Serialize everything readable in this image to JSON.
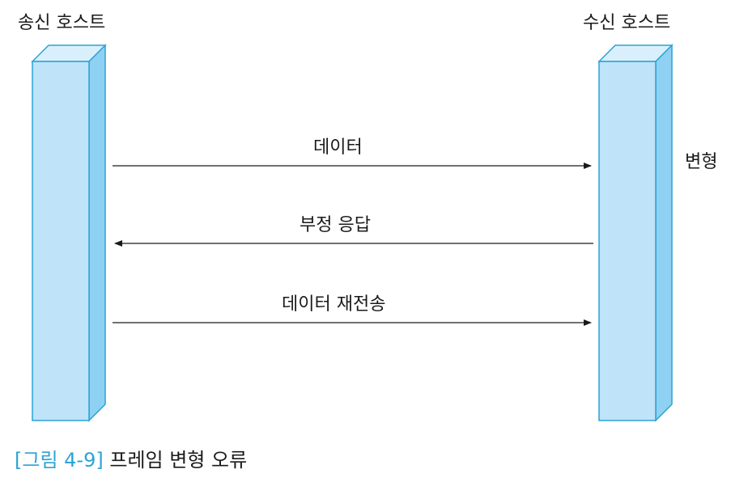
{
  "hosts": {
    "sender": "송신 호스트",
    "receiver": "수신 호스트"
  },
  "messages": [
    {
      "label": "데이터",
      "direction": "sender-to-receiver"
    },
    {
      "label": "부정 응답",
      "direction": "receiver-to-sender"
    },
    {
      "label": "데이터 재전송",
      "direction": "sender-to-receiver"
    }
  ],
  "side_note": "변형",
  "caption": {
    "number": "[그림 4-9]",
    "title": "프레임 변형 오류"
  },
  "colors": {
    "pillar_front": "#bfe3f9",
    "pillar_side": "#8fd1f2",
    "pillar_top": "#d9f0fc",
    "pillar_stroke": "#2aa3d6",
    "caption_accent": "#2aa3d6",
    "arrow": "#1a1a1a"
  }
}
